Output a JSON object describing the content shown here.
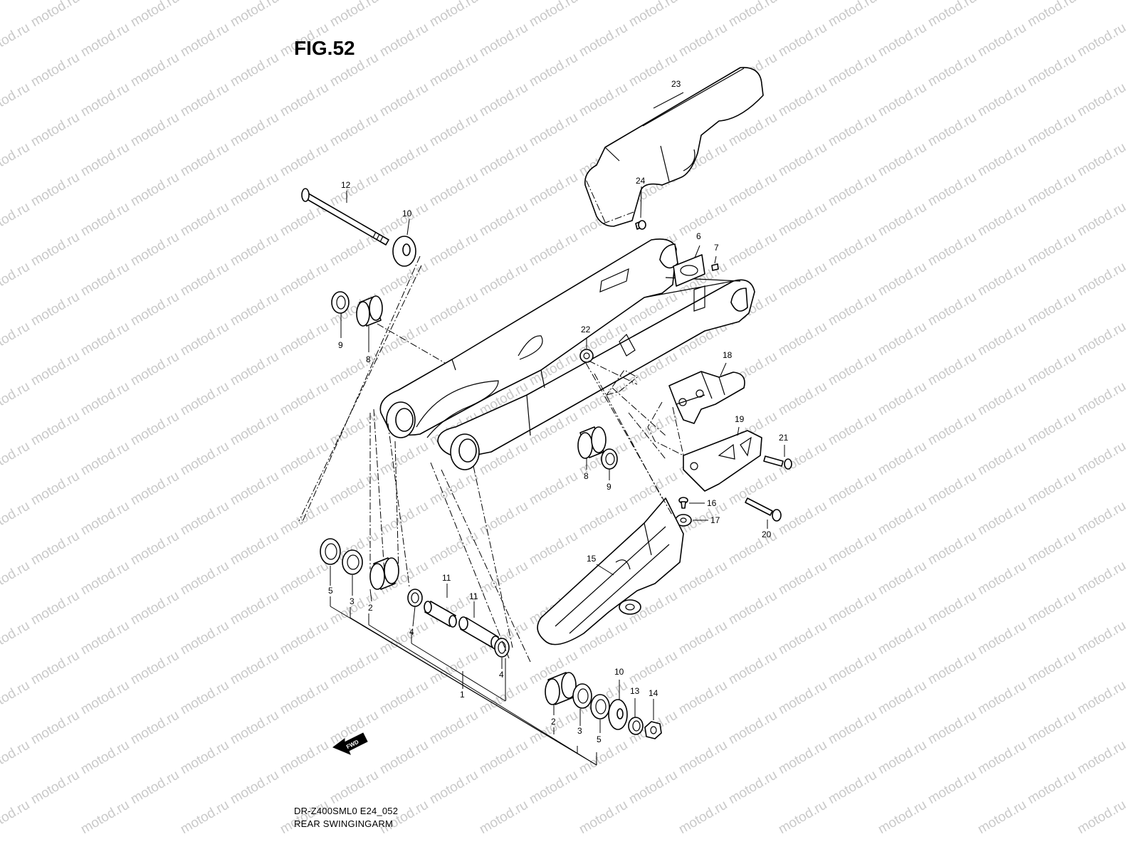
{
  "figure": {
    "title": "FIG.52",
    "model_code": "DR-Z400SML0 E24_052",
    "caption": "REAR SWINGINGARM"
  },
  "watermark": {
    "text": "motod.ru",
    "color": "#c9c9c9"
  },
  "fwd_arrow": {
    "label": "FWD"
  },
  "callouts": [
    {
      "id": "c23",
      "label": "23"
    },
    {
      "id": "c24",
      "label": "24"
    },
    {
      "id": "c12",
      "label": "12"
    },
    {
      "id": "c10a",
      "label": "10"
    },
    {
      "id": "c6",
      "label": "6"
    },
    {
      "id": "c7",
      "label": "7"
    },
    {
      "id": "c9a",
      "label": "9"
    },
    {
      "id": "c8a",
      "label": "8"
    },
    {
      "id": "c22",
      "label": "22"
    },
    {
      "id": "c18",
      "label": "18"
    },
    {
      "id": "c19",
      "label": "19"
    },
    {
      "id": "c21",
      "label": "21"
    },
    {
      "id": "c8b",
      "label": "8"
    },
    {
      "id": "c9b",
      "label": "9"
    },
    {
      "id": "c16",
      "label": "16"
    },
    {
      "id": "c17",
      "label": "17"
    },
    {
      "id": "c20",
      "label": "20"
    },
    {
      "id": "c15",
      "label": "15"
    },
    {
      "id": "c11a",
      "label": "11"
    },
    {
      "id": "c11b",
      "label": "11"
    },
    {
      "id": "c5a",
      "label": "5"
    },
    {
      "id": "c3a",
      "label": "3"
    },
    {
      "id": "c2a",
      "label": "2"
    },
    {
      "id": "c4a",
      "label": "4"
    },
    {
      "id": "c4b",
      "label": "4"
    },
    {
      "id": "c1",
      "label": "1"
    },
    {
      "id": "c10b",
      "label": "10"
    },
    {
      "id": "c13",
      "label": "13"
    },
    {
      "id": "c14",
      "label": "14"
    },
    {
      "id": "c2b",
      "label": "2"
    },
    {
      "id": "c3b",
      "label": "3"
    },
    {
      "id": "c5b",
      "label": "5"
    }
  ]
}
